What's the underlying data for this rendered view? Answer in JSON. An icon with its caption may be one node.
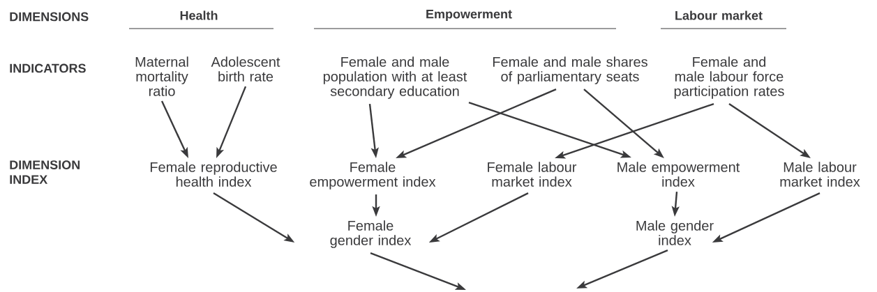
{
  "diagram": {
    "nodes": [
      {
        "text": [
          "Maternal mortality ratio"
        ]
      },
      {
        "text": [
          "Adolescent birth rate"
        ]
      },
      {
        "text": [
          "Female and male population with at least secondary education"
        ]
      },
      {
        "text": [
          "Female and male shares of parliamentary seats"
        ]
      },
      {
        "text": [
          "Female and male labour force participation rates"
        ]
      },
      {
        "text": [
          "Female reproductive health index"
        ]
      },
      {
        "text": [
          "Female empowerment index"
        ]
      },
      {
        "text": [
          "Female labour market index"
        ]
      },
      {
        "text": [
          "Male empowerment index"
        ]
      },
      {
        "text": [
          "Male labour market index"
        ]
      },
      {
        "text": [
          "Female gender index"
        ]
      },
      {
        "text": [
          "Male gender index"
        ]
      }
    ],
    "edges": [
      {
        "from": 0,
        "to": 5,
        "arrow": "to"
      },
      {
        "from": 1,
        "to": 5,
        "arrow": "to"
      },
      {
        "from": 2,
        "to": 6,
        "arrow": "to"
      },
      {
        "from": 3,
        "to": 6,
        "arrow": "to"
      },
      {
        "from": 2,
        "to": 8,
        "arrow": "to"
      },
      {
        "from": 3,
        "to": 8,
        "arrow": "to"
      },
      {
        "from": 4,
        "to": 7,
        "arrow": "to"
      },
      {
        "from": 4,
        "to": 9,
        "arrow": "to"
      },
      {
        "from": 5,
        "to": 10,
        "arrow": "to"
      },
      {
        "from": 6,
        "to": 10,
        "arrow": "to"
      },
      {
        "from": 7,
        "to": 10,
        "arrow": "to"
      },
      {
        "from": 8,
        "to": 11,
        "arrow": "to"
      },
      {
        "from": 9,
        "to": 11,
        "arrow": "to"
      },
      {
        "from": 10,
        "to": null,
        "arrow": "to"
      },
      {
        "from": 11,
        "to": null,
        "arrow": "to"
      }
    ],
    "labels": [
      "DIMENSIONS",
      "Health",
      "Empowerment",
      "Labour market",
      "INDICATORS",
      "DIMENSION INDEX"
    ]
  }
}
